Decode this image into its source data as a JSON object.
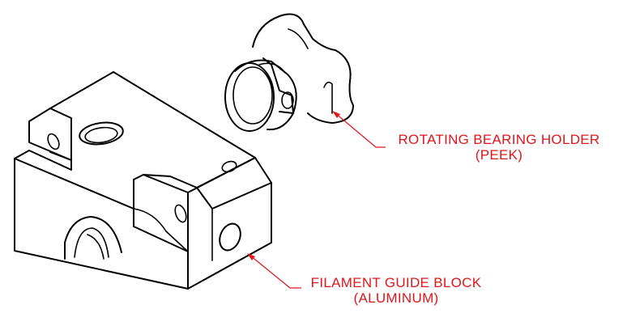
{
  "callouts": {
    "bearing_holder": {
      "name": "ROTATING BEARING HOLDER",
      "material": "(PEEK)"
    },
    "guide_block": {
      "name": "FILAMENT GUIDE BLOCK",
      "material": "(ALUMINUM)"
    }
  },
  "colors": {
    "linework": "#000000",
    "annotation": "#e0161b",
    "background": "#ffffff"
  }
}
